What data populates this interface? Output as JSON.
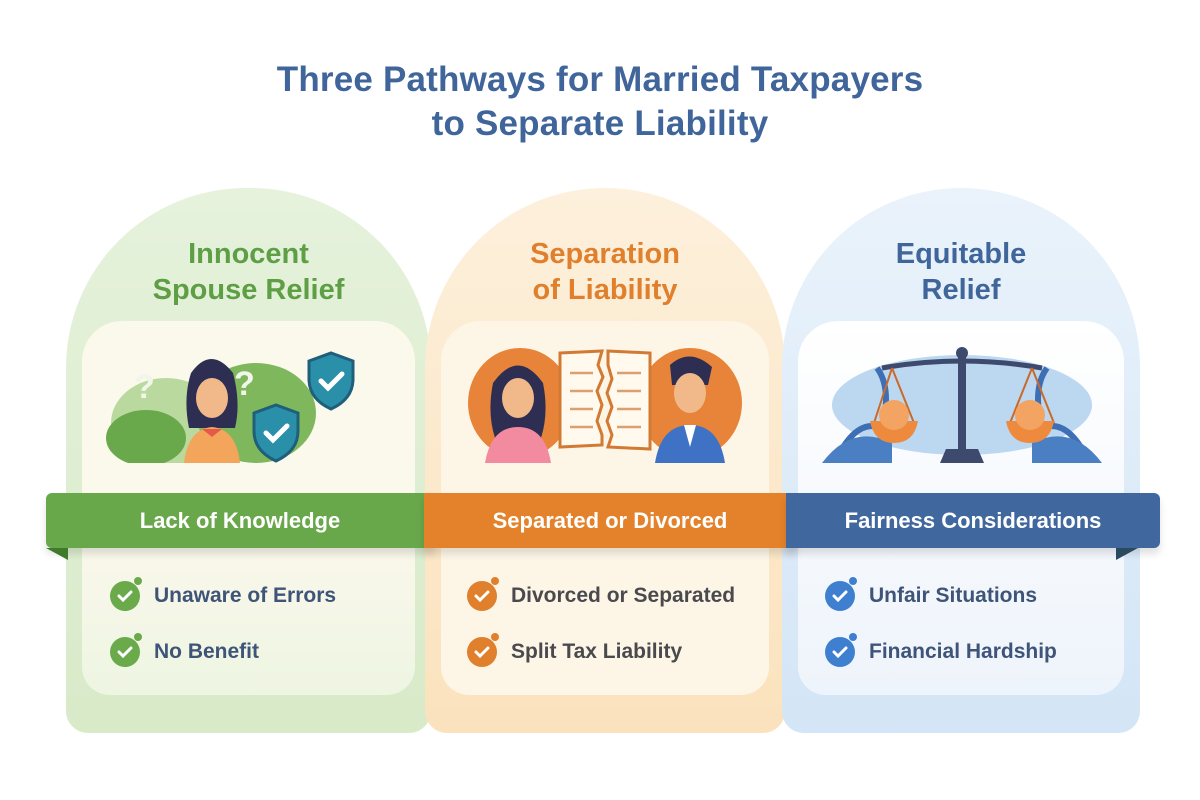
{
  "title": {
    "line1": "Three Pathways for Married Taxpayers",
    "line2": "to Separate Liability"
  },
  "panels": [
    {
      "title_line1": "Innocent",
      "title_line2": "Spouse Relief",
      "ribbon": "Lack of Knowledge",
      "illustration": "woman-with-question-marks-and-shields",
      "icons": [
        "question-mark-icon",
        "shield-check-icon"
      ],
      "items": [
        "Unaware of Errors",
        "No Benefit"
      ],
      "accent": "#69a84a",
      "text_color": "#3e5478"
    },
    {
      "title_line1": "Separation",
      "title_line2": "of Liability",
      "ribbon": "Separated or Divorced",
      "illustration": "couple-tearing-document",
      "icons": [
        "torn-document-icon"
      ],
      "items": [
        "Divorced or Separated",
        "Split Tax Liability"
      ],
      "accent": "#e3822a",
      "text_color": "#4a4a4e"
    },
    {
      "title_line1": "Equitable",
      "title_line2": "Relief",
      "ribbon": "Fairness Considerations",
      "illustration": "balance-scale",
      "icons": [
        "scale-icon"
      ],
      "items": [
        "Unfair Situations",
        "Financial Hardship"
      ],
      "accent": "#41689e",
      "text_color": "#3e5478"
    }
  ]
}
